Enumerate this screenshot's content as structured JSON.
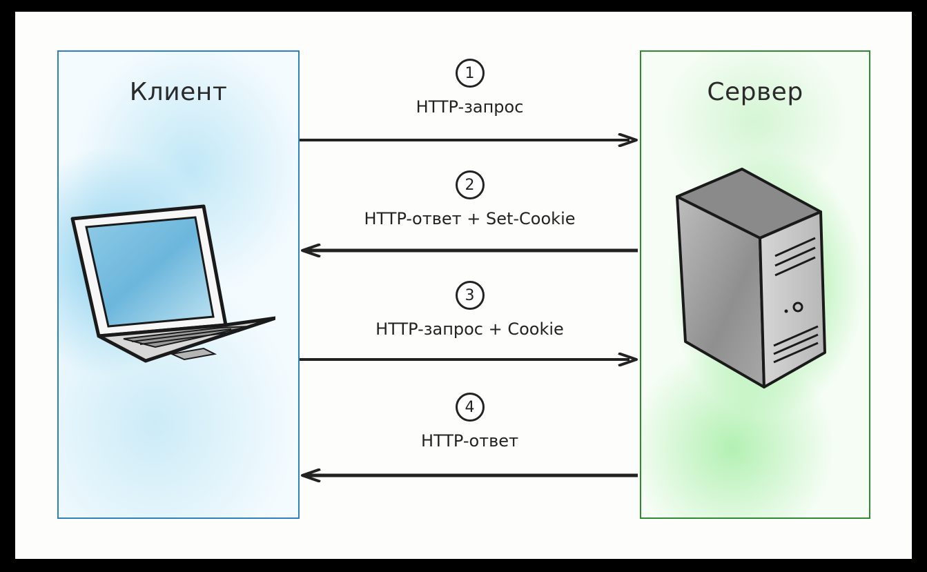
{
  "client": {
    "title": "Клиент"
  },
  "server": {
    "title": "Сервер"
  },
  "steps": [
    {
      "number": "1",
      "label": "HTTP-запрос",
      "direction": "to-server"
    },
    {
      "number": "2",
      "label": "HTTP-ответ + Set-Cookie",
      "direction": "to-client"
    },
    {
      "number": "3",
      "label": "HTTP-запрос + Cookie",
      "direction": "to-server"
    },
    {
      "number": "4",
      "label": "HTTP-ответ",
      "direction": "to-client"
    }
  ],
  "colors": {
    "client_border": "#2f7fb8",
    "server_border": "#2f8a34",
    "arrow": "#222222"
  },
  "icons": {
    "client": "laptop-icon",
    "server": "server-tower-icon"
  }
}
